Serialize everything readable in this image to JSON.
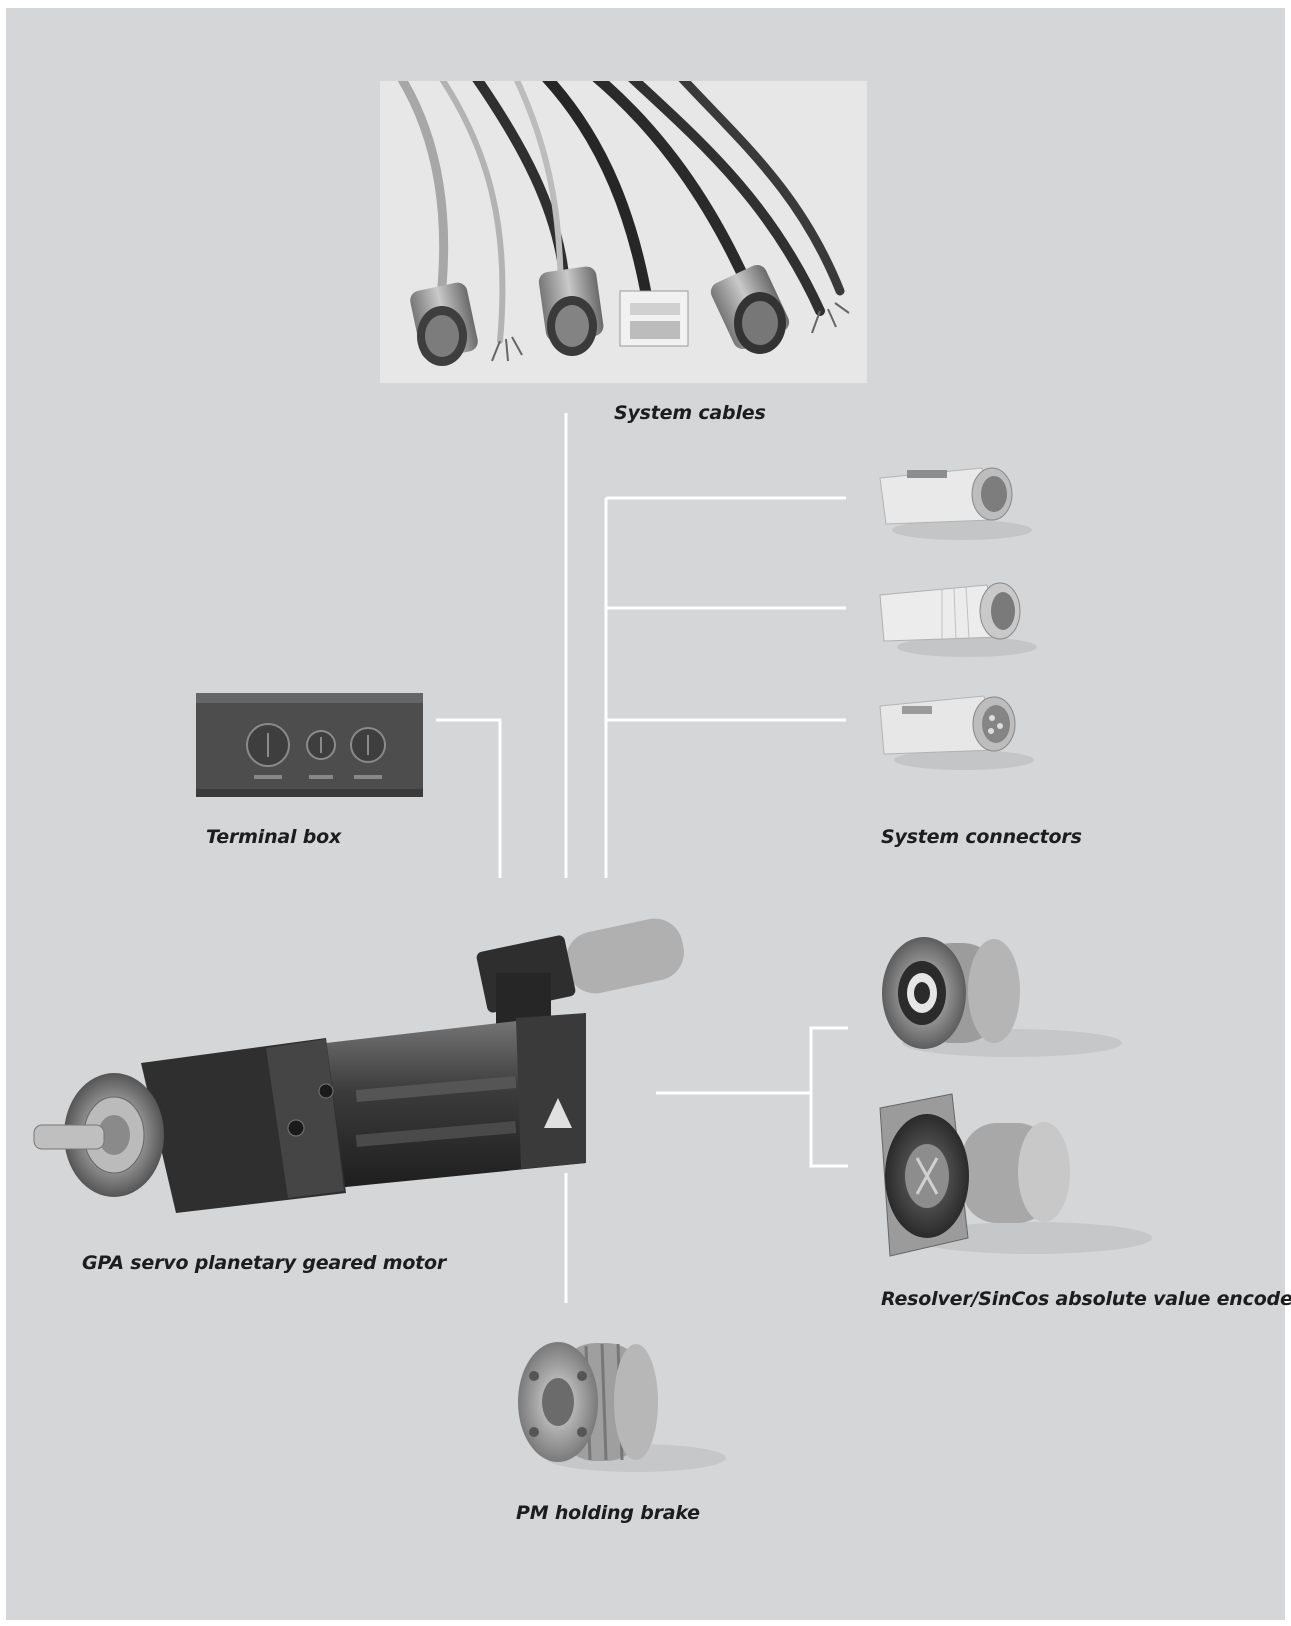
{
  "colors": {
    "panel": "#d5d6d7",
    "connector_line": "#ffffff",
    "label_text": "#1d1d1d"
  },
  "labels": {
    "system_cables": "System cables",
    "system_connectors": "System connectors",
    "terminal_box": "Terminal box",
    "motor": "GPA servo planetary geared motor",
    "encoder": "Resolver/SinCos absolute value encoder",
    "brake": "PM holding brake"
  }
}
